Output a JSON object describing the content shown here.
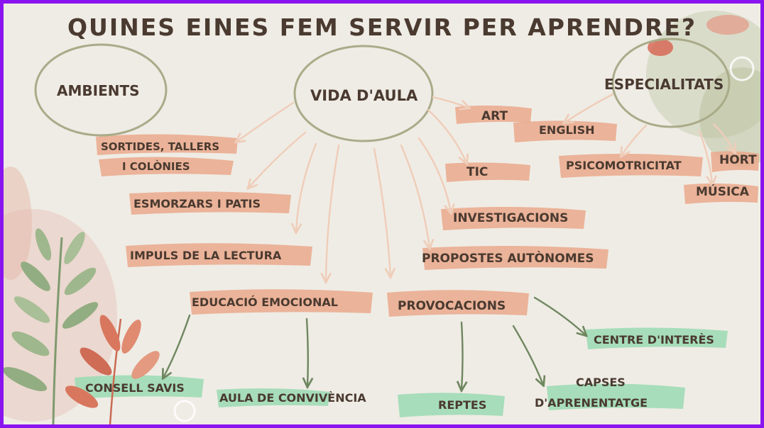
{
  "title": "QUINES EINES FEM SERVIR PER APRENDRE?",
  "colors": {
    "frame": "#8a14f0",
    "background": "#efece5",
    "orange_brush": "#eaa98c",
    "green_brush": "#9fdcb5",
    "ellipse": "#a9ab89",
    "arrow_orange": "#efcdb9",
    "arrow_green": "#6f8760",
    "text": "#4a3a30"
  },
  "categories": {
    "ambients": "AMBIENTS",
    "vida_aula": "VIDA D'AULA",
    "especialitats": "ESPECIALITATS"
  },
  "vida_aula_items": {
    "sortides_line1": "SORTIDES, TALLERS",
    "sortides_line2": "I COLÒNIES",
    "esmorzars": "ESMORZARS I PATIS",
    "impuls_lectura": "IMPULS DE LA LECTURA",
    "educacio_emocional": "EDUCACIÓ EMOCIONAL",
    "tic": "TIC",
    "investigacions": "INVESTIGACIONS",
    "propostes": "PROPOSTES AUTÒNOMES",
    "provocacions": "PROVOCACIONS"
  },
  "especialitats_items": {
    "art": "ART",
    "english": "ENGLISH",
    "psicomotricitat": "PSICOMOTRICITAT",
    "hort": "HORT",
    "musica": "MÚSICA"
  },
  "sub_items": {
    "consell_savis": "CONSELL SAVIS",
    "aula_convivencia": "AULA DE CONVIVÈNCIA",
    "reptes": "REPTES",
    "capses_line1": "CAPSES",
    "capses_line2": "D'APRENENTATGE",
    "centre_interes": "CENTRE D'INTERÈS"
  }
}
